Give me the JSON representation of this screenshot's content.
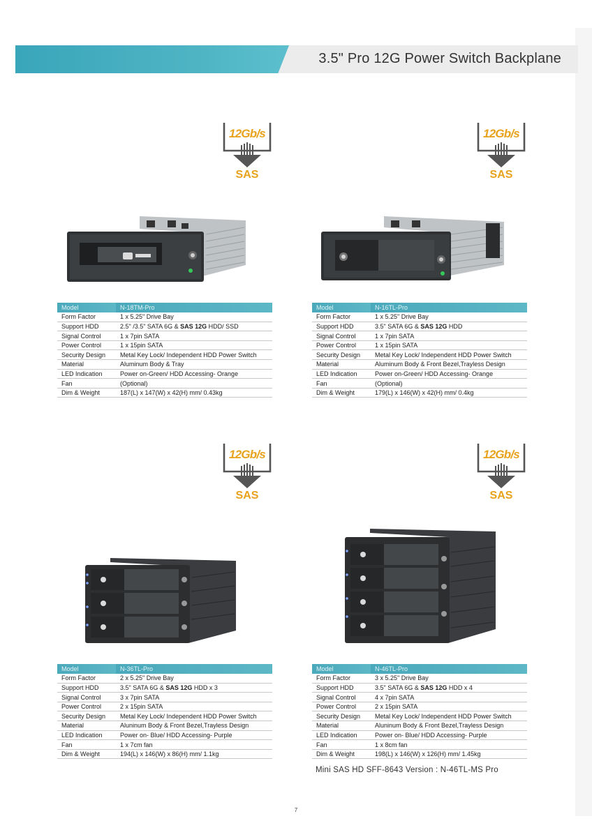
{
  "header": {
    "title": "3.5\" Pro 12G Power Switch Backplane"
  },
  "badge": {
    "speed": "12Gb/s",
    "interface": "SAS",
    "accent_color": "#e8a21c"
  },
  "products": [
    {
      "image_icon": "single-bay-drive-tray-image",
      "header_label": "Model",
      "model": "N-18TM-Pro",
      "specs": [
        {
          "label": "Form Factor",
          "value": "1 x 5.25\" Drive Bay"
        },
        {
          "label": "Support HDD",
          "value": "2.5\" /3.5\" SATA 6G & SAS 12G HDD/ SSD"
        },
        {
          "label": "Signal Control",
          "value": "1 x 7pin SATA"
        },
        {
          "label": "Power Control",
          "value": "1 x 15pin SATA"
        },
        {
          "label": "Security Design",
          "value": "Metal Key Lock/ Independent HDD Power Switch"
        },
        {
          "label": "Material",
          "value": "Aluminum Body & Tray"
        },
        {
          "label": "LED Indication",
          "value": "Power on-Green/ HDD Accessing- Orange"
        },
        {
          "label": "Fan",
          "value": "(Optional)"
        },
        {
          "label": "Dim & Weight",
          "value": "187(L) x 147(W) x 42(H) mm/ 0.43kg"
        }
      ]
    },
    {
      "image_icon": "single-bay-trayless-image",
      "header_label": "Model",
      "model": "N-16TL-Pro",
      "specs": [
        {
          "label": "Form Factor",
          "value": "1 x 5.25\" Drive Bay"
        },
        {
          "label": "Support HDD",
          "value": "3.5\" SATA 6G & SAS 12G HDD"
        },
        {
          "label": "Signal Control",
          "value": "1 x 7pin SATA"
        },
        {
          "label": "Power Control",
          "value": "1 x 15pin SATA"
        },
        {
          "label": "Security Design",
          "value": "Metal Key Lock/ Independent HDD Power Switch"
        },
        {
          "label": "Material",
          "value": "Aluminum Body & Front Bezel,Trayless Design"
        },
        {
          "label": "LED Indication",
          "value": "Power on-Green/ HDD Accessing- Orange"
        },
        {
          "label": "Fan",
          "value": "(Optional)"
        },
        {
          "label": "Dim & Weight",
          "value": "179(L) x 146(W) x 42(H) mm/ 0.4kg"
        }
      ]
    },
    {
      "image_icon": "three-bay-trayless-image",
      "header_label": "Model",
      "model": "N-36TL-Pro",
      "specs": [
        {
          "label": "Form Factor",
          "value": "2 x 5.25\" Drive Bay"
        },
        {
          "label": "Support HDD",
          "value": "3.5\" SATA 6G & SAS 12G HDD x 3"
        },
        {
          "label": "Signal Control",
          "value": "3 x 7pin SATA"
        },
        {
          "label": "Power Control",
          "value": "2 x 15pin SATA"
        },
        {
          "label": "Security Design",
          "value": "Metal Key Lock/ Independent HDD Power Switch"
        },
        {
          "label": "Material",
          "value": "Aluninum Body & Front Bezel,Trayless Design"
        },
        {
          "label": "LED Indication",
          "value": "Power on- Blue/ HDD Accessing- Purple"
        },
        {
          "label": "Fan",
          "value": "1 x 7cm fan"
        },
        {
          "label": "Dim & Weight",
          "value": "194(L) x 146(W) x 86(H) mm/ 1.1kg"
        }
      ]
    },
    {
      "image_icon": "four-bay-trayless-image",
      "header_label": "Model",
      "model": "N-46TL-Pro",
      "specs": [
        {
          "label": "Form Factor",
          "value": "3 x 5.25\" Drive Bay"
        },
        {
          "label": "Support HDD",
          "value": "3.5\" SATA 6G & SAS 12G HDD x 4"
        },
        {
          "label": "Signal Control",
          "value": "4 x 7pin SATA"
        },
        {
          "label": "Power Control",
          "value": "2 x 15pin SATA"
        },
        {
          "label": "Security Design",
          "value": "Metal Key Lock/ Independent HDD Power Switch"
        },
        {
          "label": "Material",
          "value": "Aluninum Body & Front Bezel,Trayless Design"
        },
        {
          "label": "LED Indication",
          "value": "Power on- Blue/ HDD Accessing- Purple"
        },
        {
          "label": "Fan",
          "value": "1 x 8cm fan"
        },
        {
          "label": "Dim & Weight",
          "value": "198(L) x 146(W) x 126(H) mm/ 1.45kg"
        }
      ]
    }
  ],
  "footnote": "Mini SAS HD SFF-8643 Version : N-46TL-MS Pro",
  "page_number": "7"
}
